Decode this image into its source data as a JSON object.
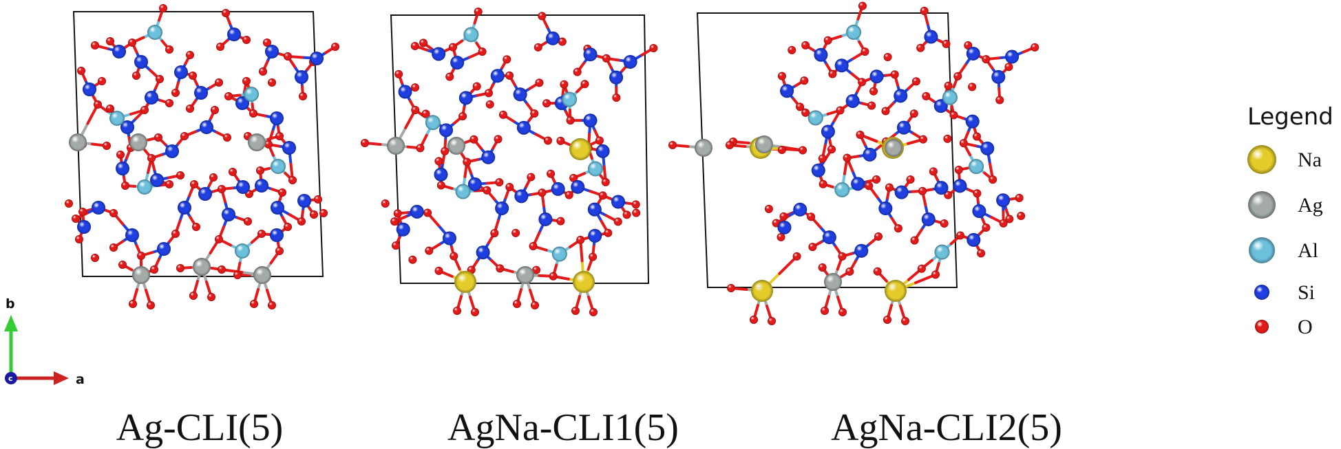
{
  "panels": [
    {
      "caption": "Ag-CLI(5)",
      "variant": 0
    },
    {
      "caption": "AgNa-CLI1(5)",
      "variant": 1
    },
    {
      "caption": "AgNa-CLI2(5)",
      "variant": 2
    }
  ],
  "legend": {
    "title": "Legend",
    "items": [
      {
        "label": "Na",
        "color": "#e3cc2a"
      },
      {
        "label": "Ag",
        "color": "#a3aaa8"
      },
      {
        "label": "Al",
        "color": "#6cc0dc"
      },
      {
        "label": "Si",
        "color": "#1f3fe0"
      },
      {
        "label": "O",
        "color": "#e41a1a"
      }
    ]
  },
  "axes": {
    "b_label": "b",
    "a_label": "a",
    "c_label": "c"
  },
  "colors": {
    "O": "#e41a1a",
    "Si": "#1f3fe0",
    "Al": "#6cc0dc",
    "Ag": "#a3aaa8",
    "Na": "#e3cc2a",
    "cell_line": "#111111",
    "axis_b": "#33cc33",
    "axis_a": "#cc2222",
    "axis_c": "#1a1aa0"
  }
}
